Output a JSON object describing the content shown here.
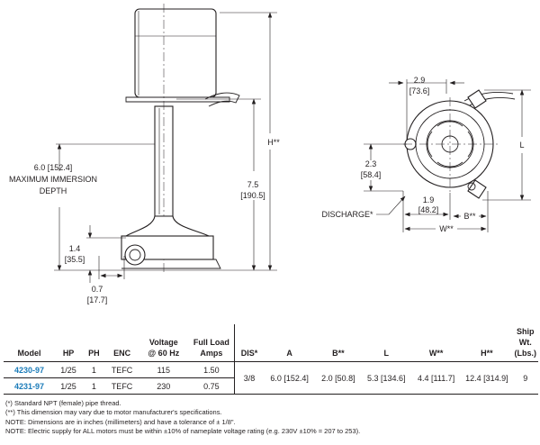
{
  "side_view": {
    "immersion_dim": [
      "6.0 [152.4]",
      "MAXIMUM IMMERSION",
      "DEPTH"
    ],
    "dim_7_5": [
      "7.5",
      "[190.5]"
    ],
    "dim_h": "H**",
    "dim_1_4": [
      "1.4",
      "[35.5]"
    ],
    "dim_0_7": [
      "0.7",
      "[17.7]"
    ]
  },
  "plan_view": {
    "dim_2_9": [
      "2.9",
      "[73.6]"
    ],
    "dim_l": "L",
    "dim_2_3": [
      "2.3",
      "[58.4]"
    ],
    "dim_1_9": [
      "1.9",
      "[48.2]"
    ],
    "dim_b": "B**",
    "dim_w": "W**",
    "discharge_label": "DISCHARGE*"
  },
  "table": {
    "headers": [
      "Model",
      "HP",
      "PH",
      "ENC",
      "Voltage\n@ 60 Hz",
      "Full Load\nAmps",
      "DIS*",
      "A",
      "B**",
      "L",
      "W**",
      "H**",
      "Ship Wt.\n(Lbs.)"
    ],
    "rows": [
      {
        "model": "4230-97",
        "hp": "1/25",
        "ph": "1",
        "enc": "TEFC",
        "voltage": "115",
        "amps": "1.50"
      },
      {
        "model": "4231-97",
        "hp": "1/25",
        "ph": "1",
        "enc": "TEFC",
        "voltage": "230",
        "amps": "0.75"
      }
    ],
    "shared": {
      "dis": "3/8",
      "a": "6.0  [152.4]",
      "b": "2.0  [50.8]",
      "l": "5.3  [134.6]",
      "w": "4.4  [111.7]",
      "h": "12.4  [314.9]",
      "ship_wt": "9"
    }
  },
  "notes": [
    "(*) Standard NPT (female) pipe thread.",
    "(**) This dimension may vary due to motor manufacturer's specifications.",
    "NOTE: Dimensions are in inches (millimeters) and have a tolerance of ± 1/8\".",
    "NOTE: Electric supply for ALL motors must be within ±10% of nameplate voltage rating (e.g. 230V ±10% = 207 to 253)."
  ]
}
